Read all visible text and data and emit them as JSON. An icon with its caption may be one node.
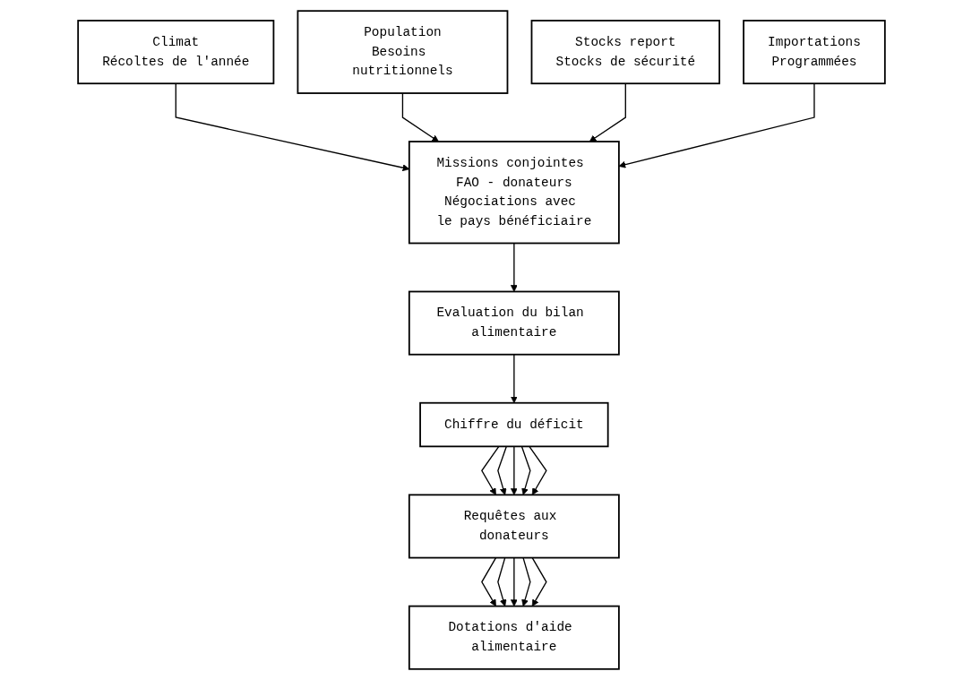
{
  "diagram": {
    "nodes": [
      {
        "text": [
          "Climat",
          "Récoltes de l'année"
        ]
      },
      {
        "text": [
          "Population",
          "Besoins nutritionnels"
        ]
      },
      {
        "text": [
          "Stocks report",
          "Stocks de sécurité"
        ]
      },
      {
        "text": [
          "Importations",
          "Programmées"
        ]
      },
      {
        "text": [
          "Missions conjointes FAO - donateurs",
          "Négociations avec le pays bénéficiaire"
        ]
      },
      {
        "text": [
          "Evaluation du bilan alimentaire"
        ]
      },
      {
        "text": [
          "Chiffre du déficit"
        ]
      },
      {
        "text": [
          "Requêtes aux donateurs"
        ]
      },
      {
        "text": [
          "Dotations d'aide alimentaire"
        ]
      }
    ],
    "edges": [
      {
        "from": 0,
        "to": 4,
        "arrow": "to"
      },
      {
        "from": 1,
        "to": 4,
        "arrow": "to"
      },
      {
        "from": 2,
        "to": 4,
        "arrow": "to"
      },
      {
        "from": 3,
        "to": 4,
        "arrow": "to"
      },
      {
        "from": 4,
        "to": 5,
        "arrow": "to"
      },
      {
        "from": 5,
        "to": 6,
        "arrow": "to"
      },
      {
        "from": 6,
        "to": 7,
        "arrow": "to"
      },
      {
        "from": 6,
        "to": 7,
        "arrow": "to"
      },
      {
        "from": 6,
        "to": 7,
        "arrow": "to"
      },
      {
        "from": 6,
        "to": 7,
        "arrow": "to"
      },
      {
        "from": 6,
        "to": 7,
        "arrow": "to"
      },
      {
        "from": 7,
        "to": 8,
        "arrow": "to"
      },
      {
        "from": 7,
        "to": 8,
        "arrow": "to"
      },
      {
        "from": 7,
        "to": 8,
        "arrow": "to"
      },
      {
        "from": 7,
        "to": 8,
        "arrow": "to"
      },
      {
        "from": 7,
        "to": 8,
        "arrow": "to"
      }
    ]
  }
}
